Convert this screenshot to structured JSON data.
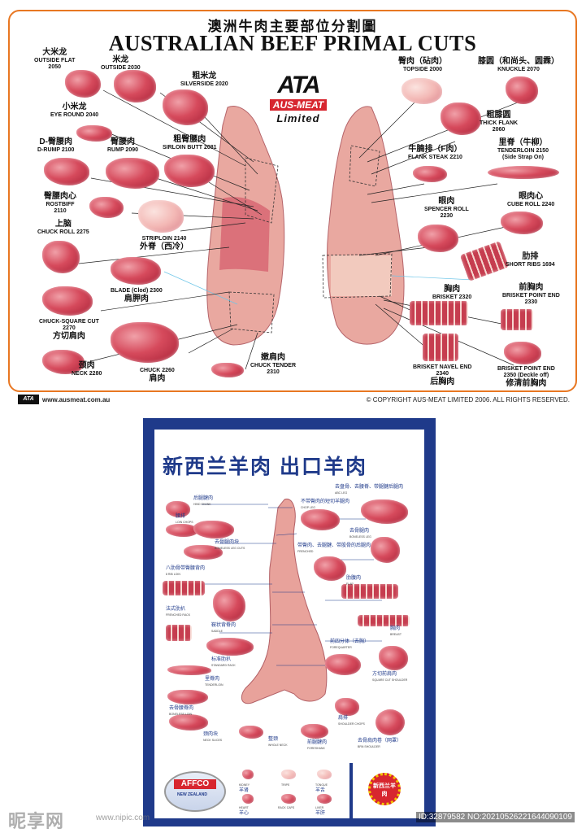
{
  "poster1": {
    "title_cn": "澳洲牛肉主要部位分割圖",
    "title_en": "AUSTRALIAN BEEF PRIMAL CUTS",
    "logo": {
      "mark": "ATA",
      "name": "AUS-MEAT",
      "sub": "Limited"
    },
    "cuts": [
      {
        "cn": "大米龙",
        "en": "OUTSIDE FLAT",
        "code": "2050"
      },
      {
        "cn": "米龙",
        "en": "OUTSIDE 2030",
        "code": ""
      },
      {
        "cn": "粗米龙",
        "en": "SILVERSIDE 2020",
        "code": ""
      },
      {
        "cn": "小米龙",
        "en": "EYE ROUND 2040",
        "code": ""
      },
      {
        "cn": "D-臀腰肉",
        "en": "D-RUMP 2100",
        "code": ""
      },
      {
        "cn": "臀腰肉",
        "en": "RUMP 2090",
        "code": ""
      },
      {
        "cn": "粗臀腰肉",
        "en": "SIRLOIN BUTT 2081",
        "code": ""
      },
      {
        "cn": "臀腰肉心",
        "en": "ROSTBIFF",
        "code": "2110"
      },
      {
        "cn": "上脑",
        "en": "CHUCK ROLL 2275",
        "code": ""
      },
      {
        "cn": "外脊（西冷）",
        "en": "STRIPLOIN 2140",
        "code": ""
      },
      {
        "cn": "肩胛肉",
        "en": "BLADE (Clod) 2300",
        "code": ""
      },
      {
        "cn": "方切肩肉",
        "en": "CHUCK-SQUARE CUT",
        "code": "2270"
      },
      {
        "cn": "颈肉",
        "en": "NECK 2280",
        "code": ""
      },
      {
        "cn": "肩肉",
        "en": "CHUCK 2260",
        "code": ""
      },
      {
        "cn": "嫩肩肉",
        "en": "CHUCK TENDER",
        "code": "2310"
      },
      {
        "cn": "臀肉（砧肉）",
        "en": "TOPSIDE 2000",
        "code": ""
      },
      {
        "cn": "膝圆（和尚头、圆霖）",
        "en": "KNUCKLE 2070",
        "code": ""
      },
      {
        "cn": "粗膝圆",
        "en": "THICK FLANK",
        "code": "2060"
      },
      {
        "cn": "牛腩排（F肉）",
        "en": "FLANK STEAK 2210",
        "code": ""
      },
      {
        "cn": "里脊（牛柳）",
        "en": "TENDERLOIN 2150",
        "code": "(Side Strap On)"
      },
      {
        "cn": "眼肉",
        "en": "SPENCER ROLL",
        "code": "2230"
      },
      {
        "cn": "眼肉心",
        "en": "CUBE ROLL 2240",
        "code": ""
      },
      {
        "cn": "肋排",
        "en": "SHORT RIBS 1694",
        "code": ""
      },
      {
        "cn": "胸肉",
        "en": "BRISKET 2320",
        "code": ""
      },
      {
        "cn": "前胸肉",
        "en": "BRISKET POINT END",
        "code": "2330"
      },
      {
        "cn": "后胸肉",
        "en": "BRISKET NAVEL END",
        "code": "2340"
      },
      {
        "cn": "修清前胸肉",
        "en": "BRISKET POINT END",
        "code": "2350 (Deckle off)"
      }
    ],
    "footer_left": "www.ausmeat.com.au",
    "footer_right": "© COPYRIGHT AUS-MEAT LIMITED 2006. ALL RIGHTS RESERVED.",
    "mini_logo": "ATA"
  },
  "poster2": {
    "title": "新西兰羊肉 出口羊肉",
    "labels": [
      {
        "cn": "后腿腱肉",
        "sub": "HIND SHANK"
      },
      {
        "cn": "腰排",
        "sub": "LOIN CHOPS"
      },
      {
        "cn": "去骨腿肉块",
        "sub": "BONELESS LEG CUTS"
      },
      {
        "cn": "八肋骨带臀腰背肉",
        "sub": "8 RIB LOIN"
      },
      {
        "cn": "法式肋扒",
        "sub": "FRENCHED RACK"
      },
      {
        "cn": "鞍状背脊肉",
        "sub": "SADDLE"
      },
      {
        "cn": "标准肋扒",
        "sub": "STANDARD RACK"
      },
      {
        "cn": "里脊肉",
        "sub": "TENDERLOIN"
      },
      {
        "cn": "去骨腰脊肉",
        "sub": "BONELESS LOIN"
      },
      {
        "cn": "颈肉块",
        "sub": "NECK SLICES"
      },
      {
        "cn": "整颈",
        "sub": "WHOLE NECK"
      },
      {
        "cn": "去盘骨、去腰脊、带腿腱后腿肉",
        "sub": "ABC LEG"
      },
      {
        "cn": "不带臀肉的短切羊腿肉",
        "sub": "CHOP LEG"
      },
      {
        "cn": "去骨腿肉",
        "sub": "BONELESS LEG"
      },
      {
        "cn": "带臀肉、去腿腱、带股骨的后腿肉",
        "sub": "FRENCHED"
      },
      {
        "cn": "肋腹肉",
        "sub": "FLAP"
      },
      {
        "cn": "胸肉",
        "sub": "BREAST"
      },
      {
        "cn": "前四分体（去胸）",
        "sub": "FOREQUARTER"
      },
      {
        "cn": "方切前肩肉",
        "sub": "SQUARE CUT SHOULDER"
      },
      {
        "cn": "肩排",
        "sub": "SHOULDER CHOPS"
      },
      {
        "cn": "前腿腱肉",
        "sub": "FORESHANK"
      },
      {
        "cn": "去骨肩肉卷（网罩）",
        "sub": "BRN SHOULDER"
      }
    ],
    "bottom": {
      "brand": "AFFCO",
      "brand_sub": "NEW ZEALAND",
      "items": [
        {
          "cn": "羊肾",
          "sub": "KIDNEY"
        },
        {
          "cn": "",
          "sub": "TRIPE"
        },
        {
          "cn": "羊舌",
          "sub": "TONGUE"
        },
        {
          "cn": "羊心",
          "sub": "HEART"
        },
        {
          "cn": "",
          "sub": "RACK CAPS"
        },
        {
          "cn": "羊肝",
          "sub": "LIVER"
        }
      ],
      "badge": "新西兰羊肉"
    }
  },
  "watermark": {
    "brand": "昵享网",
    "url": "www.nipic.com",
    "id": "ID:32879582 NO:20210526221644090109"
  }
}
